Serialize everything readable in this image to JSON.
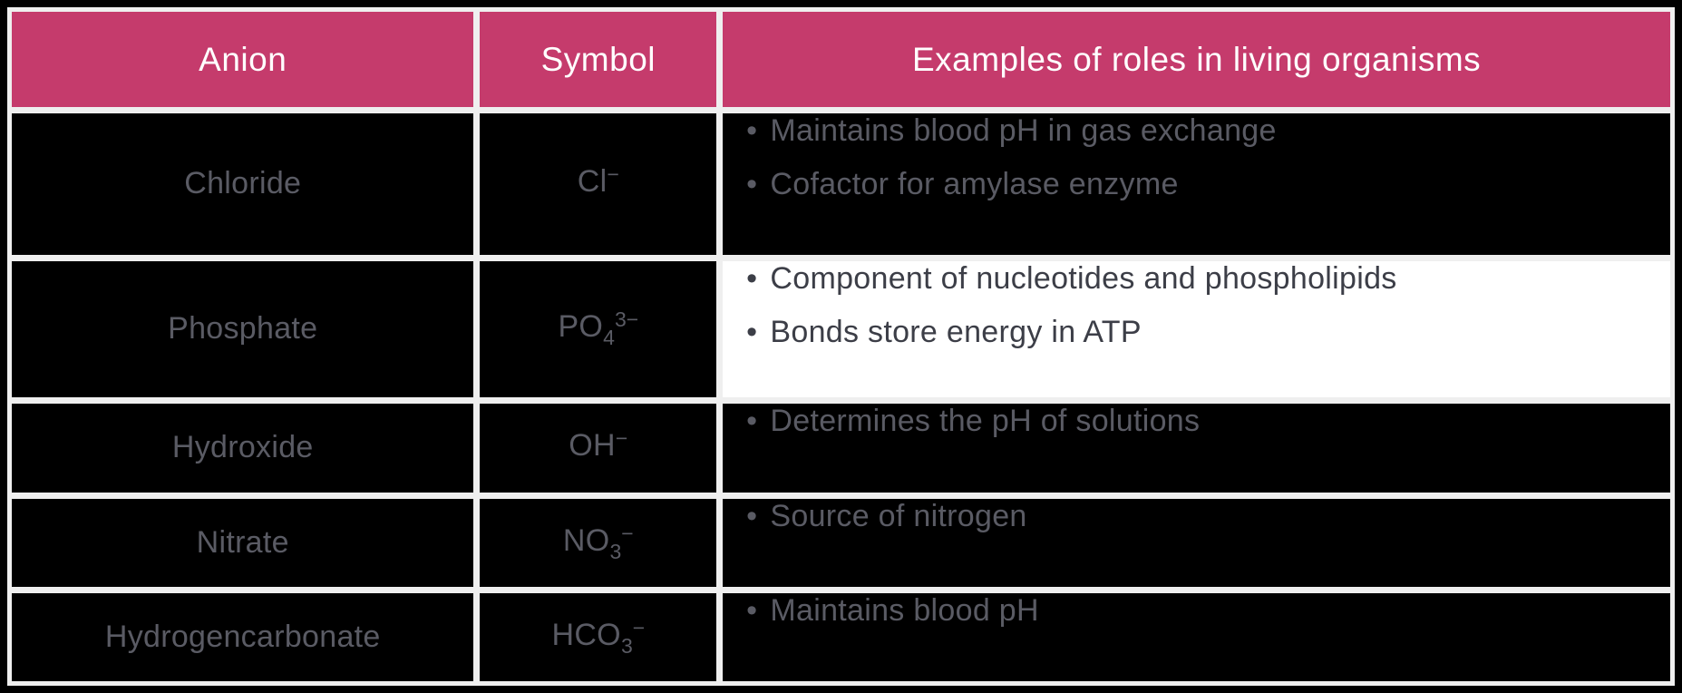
{
  "table": {
    "headers": {
      "anion": "Anion",
      "symbol": "Symbol",
      "examples": "Examples of roles in living organisms"
    },
    "rows": [
      {
        "anion": "Chloride",
        "symbol": {
          "base": "Cl",
          "sub": "",
          "sup": "−"
        },
        "examples": [
          "Maintains blood pH in gas exchange",
          "Cofactor for amylase enzyme"
        ],
        "highlight": false
      },
      {
        "anion": "Phosphate",
        "symbol": {
          "base": "PO",
          "sub": "4",
          "sup": "3−"
        },
        "examples": [
          "Component of nucleotides and phospholipids",
          "Bonds store energy in ATP"
        ],
        "highlight": true
      },
      {
        "anion": "Hydroxide",
        "symbol": {
          "base": "OH",
          "sub": "",
          "sup": "−"
        },
        "examples": [
          "Determines the pH of solutions"
        ],
        "highlight": false
      },
      {
        "anion": "Nitrate",
        "symbol": {
          "base": "NO",
          "sub": "3",
          "sup": "−"
        },
        "examples": [
          "Source of nitrogen"
        ],
        "highlight": false
      },
      {
        "anion": "Hydrogencarbonate",
        "symbol": {
          "base": "HCO",
          "sub": "3",
          "sup": "−"
        },
        "examples": [
          "Maintains blood pH"
        ],
        "highlight": false
      }
    ],
    "colors": {
      "header_bg": "#c53b6c",
      "header_text": "#ffffff",
      "cell_bg": "#000000",
      "cell_text": "#5a5b64",
      "highlight_bg": "#ffffff",
      "highlight_text": "#3c3e47",
      "grid": "#efefef"
    }
  }
}
